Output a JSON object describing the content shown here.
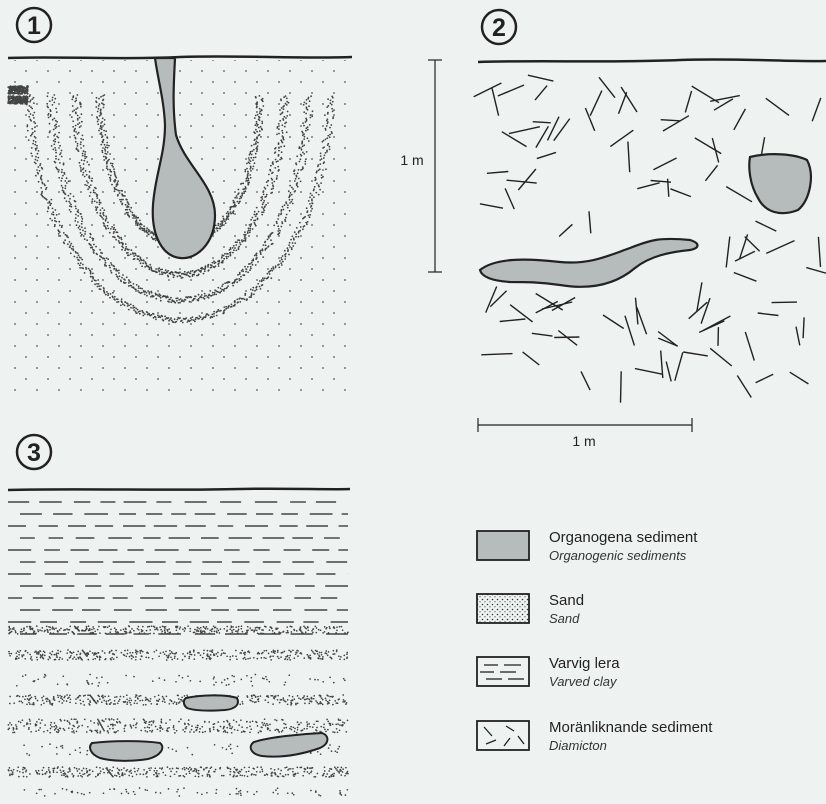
{
  "panels": [
    {
      "number": "1"
    },
    {
      "number": "2"
    },
    {
      "number": "3"
    }
  ],
  "scale": {
    "vertical_label": "1 m",
    "horizontal_label": "1 m"
  },
  "legend": {
    "items": [
      {
        "label": "Organogena sediment",
        "sub": "Organogenic sediments",
        "pattern": "organic"
      },
      {
        "label": "Sand",
        "sub": "Sand",
        "pattern": "sand"
      },
      {
        "label": "Varvig lera",
        "sub": "Varved clay",
        "pattern": "clay"
      },
      {
        "label": "Moränliknande sediment",
        "sub": "Diamicton",
        "pattern": "diamicton"
      }
    ]
  },
  "colors": {
    "background": "#eef3f2",
    "organic_fill": "#b6bcbb",
    "ink": "#222222"
  }
}
